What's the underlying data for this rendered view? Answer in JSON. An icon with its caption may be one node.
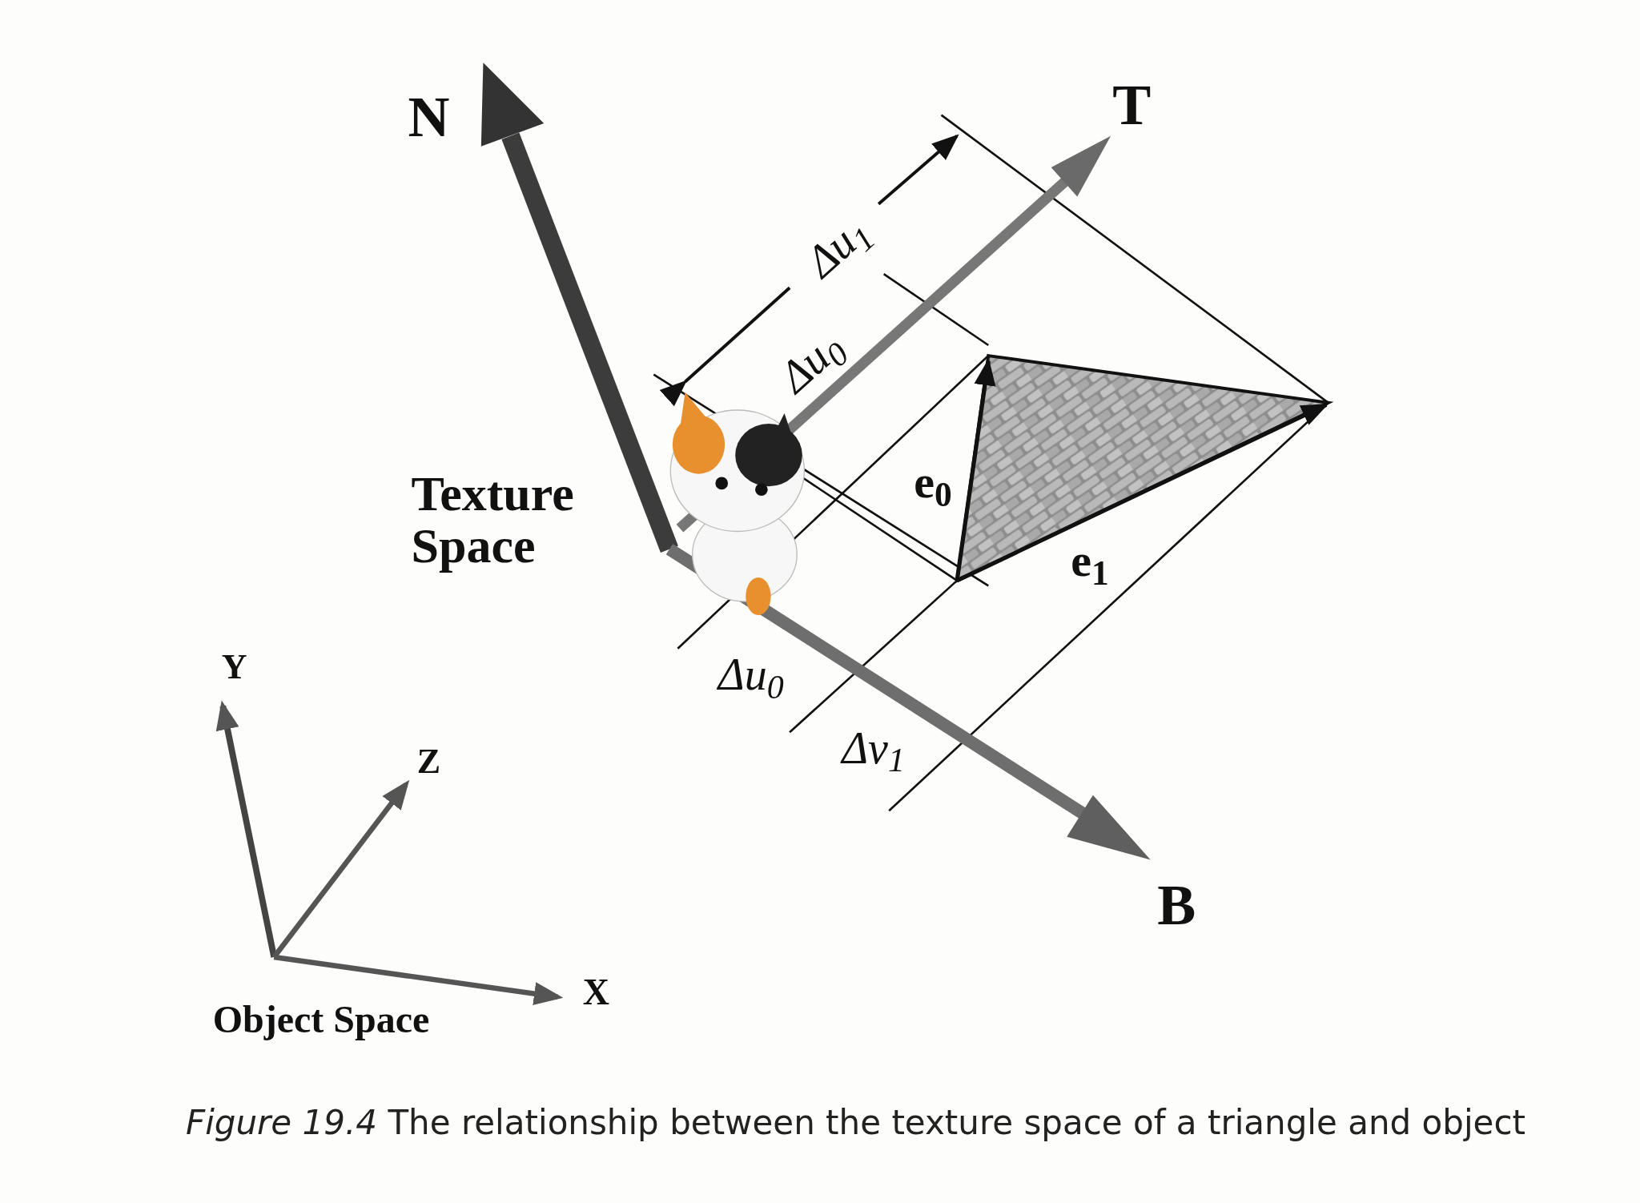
{
  "diagram": {
    "caption": "*Figure 19.4* The relationship between the texture space of a triangle and object",
    "labels": [
      "N",
      "T",
      "Δu$_{1}$",
      "Δu$_{0}$",
      "Texture Space",
      "e$_{0}$",
      "e$_{1}$",
      "Y",
      "Δu$_{0}$",
      "Δv$_{1}$",
      "Z",
      "B",
      "X",
      "Object Space"
    ]
  }
}
